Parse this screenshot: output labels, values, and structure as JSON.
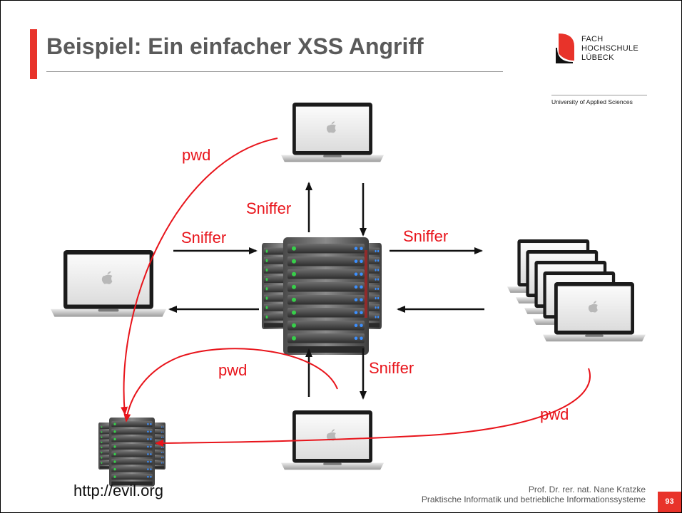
{
  "slide": {
    "title": "Beispiel: Ein einfacher XSS Angriff",
    "logo_lines": [
      "FACH",
      "HOCHSCHULE",
      "LÜBECK"
    ],
    "logo_subtitle": "University of Applied Sciences",
    "footer_line1": "Prof. Dr. rer. nat. Nane Kratzke",
    "footer_line2": "Praktische Informatik und betriebliche Informationssysteme",
    "page_number": "93",
    "accent_color": "#e8332a"
  },
  "diagram": {
    "labels": {
      "sniffer_top": "Sniffer",
      "sniffer_left": "Sniffer",
      "sniffer_right": "Sniffer",
      "sniffer_bottom": "Sniffer",
      "pwd_top": "pwd",
      "pwd_middle": "pwd",
      "pwd_right": "pwd"
    },
    "evil_url": "http://evil.org",
    "icons": [
      "laptop-icon",
      "server-rack-icon",
      "laptop-stack-icon",
      "evil-server-icon"
    ],
    "arrow_color_normal": "#111111",
    "arrow_color_attack": "#e8141b"
  }
}
